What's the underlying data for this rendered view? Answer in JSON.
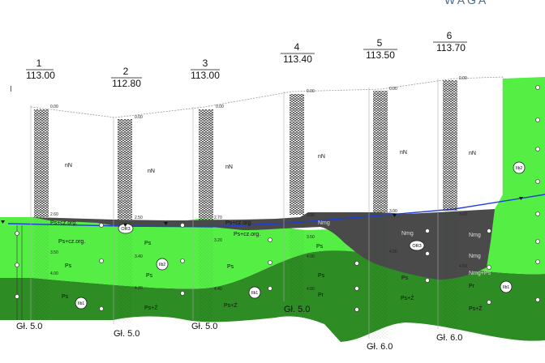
{
  "header_fragment": "WAGA",
  "boreholes": [
    {
      "number": "1",
      "elevation": "113.00",
      "depth_label": "Gł. 5.0"
    },
    {
      "number": "2",
      "elevation": "112.80",
      "depth_label": "Gł. 5.0"
    },
    {
      "number": "3",
      "elevation": "113.00",
      "depth_label": "Gł. 5.0"
    },
    {
      "number": "4",
      "elevation": "113.40",
      "depth_label": "Gł. 5.0"
    },
    {
      "number": "5",
      "elevation": "113.50",
      "depth_label": "Gł. 6.0"
    },
    {
      "number": "6",
      "elevation": "113.70",
      "depth_label": "Gł. 6.0"
    }
  ],
  "soil_labels": {
    "fill": "nN",
    "sand": "Ps",
    "sand_gravel": "Ps+Ż",
    "sand_organic": "Ps+cz.org.",
    "organic_fill": "Nmg",
    "organic_sand": "Nmg+Ps",
    "pr": "Pr"
  },
  "zone_labels": {
    "ib1": "IIb1",
    "ib2": "IIb2",
    "or3": "OR3"
  },
  "depth_marks": {
    "top": "0.00",
    "d260": "2.60",
    "d250": "2.50",
    "d270": "2.70",
    "d300": "3.00",
    "d350": "3.50",
    "d360": "3.60",
    "d340": "3.40",
    "d320": "3.20",
    "d400": "4.00",
    "d420": "4.20",
    "d440": "4.40",
    "d450": "4.50",
    "d480": "4.80"
  },
  "colors": {
    "light_green": "#55ee45",
    "dark_green": "#2e8c24",
    "organic_gray": "#4a4a4a",
    "water_line": "#1f3fd6",
    "hatch": "#333333"
  }
}
